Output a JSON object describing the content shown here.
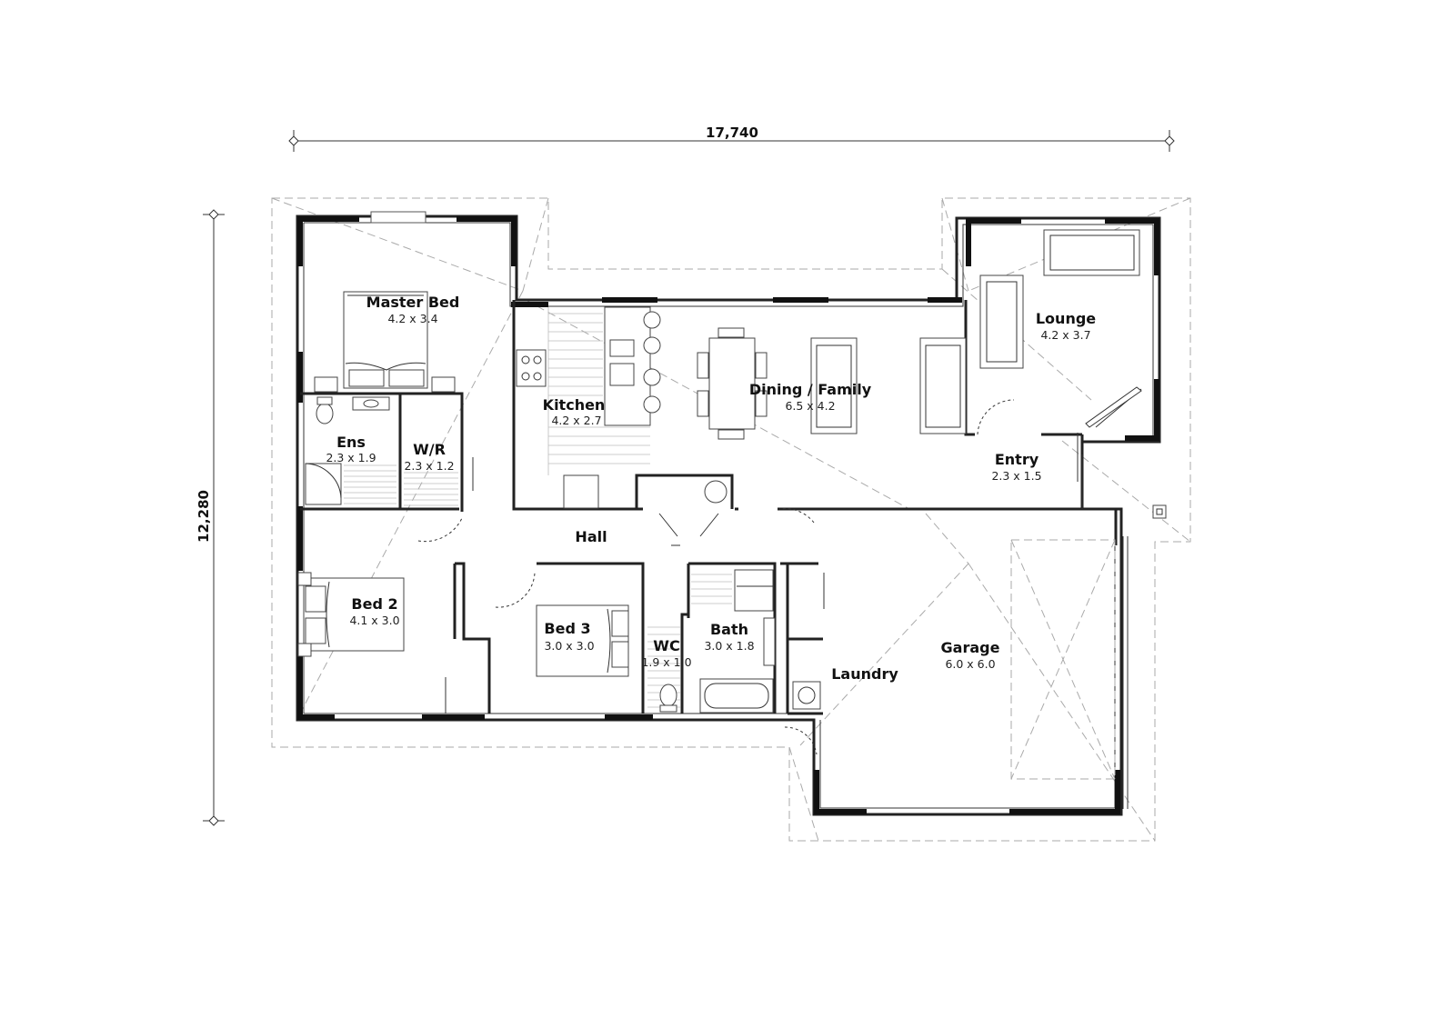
{
  "dimensions": {
    "width": "17,740",
    "depth": "12,280"
  },
  "rooms": [
    {
      "key": "master",
      "name": "Master Bed",
      "size": "4.2 x 3.4"
    },
    {
      "key": "ens",
      "name": "Ens",
      "size": "2.3 x 1.9"
    },
    {
      "key": "wr",
      "name": "W/R",
      "size": "2.3 x 1.2"
    },
    {
      "key": "kitchen",
      "name": "Kitchen",
      "size": "4.2 x 2.7"
    },
    {
      "key": "dining",
      "name": "Dining / Family",
      "size": "6.5 x 4.2"
    },
    {
      "key": "lounge",
      "name": "Lounge",
      "size": "4.2 x 3.7"
    },
    {
      "key": "entry",
      "name": "Entry",
      "size": "2.3 x 1.5"
    },
    {
      "key": "hall",
      "name": "Hall",
      "size": ""
    },
    {
      "key": "bed2",
      "name": "Bed 2",
      "size": "4.1 x 3.0"
    },
    {
      "key": "bed3",
      "name": "Bed 3",
      "size": "3.0 x 3.0"
    },
    {
      "key": "wc",
      "name": "WC",
      "size": "1.9 x 1.0"
    },
    {
      "key": "bath",
      "name": "Bath",
      "size": "3.0 x 1.8"
    },
    {
      "key": "laundry",
      "name": "Laundry",
      "size": ""
    },
    {
      "key": "garage",
      "name": "Garage",
      "size": "6.0 x 6.0"
    }
  ]
}
